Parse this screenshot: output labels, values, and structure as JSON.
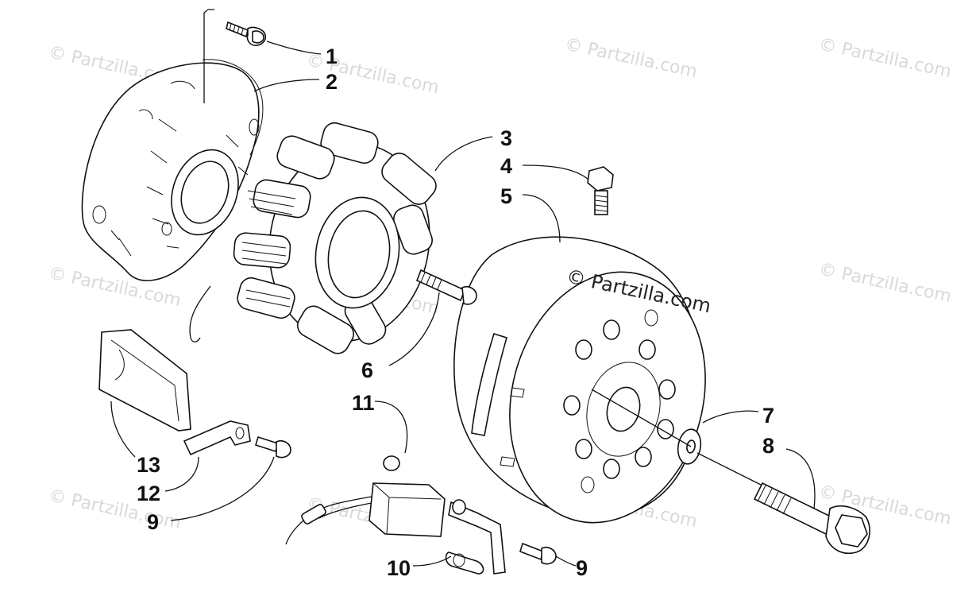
{
  "watermark": {
    "text": "© Partzilla.com"
  },
  "callouts": [
    {
      "id": "c1",
      "label": "1"
    },
    {
      "id": "c2",
      "label": "2"
    },
    {
      "id": "c3",
      "label": "3"
    },
    {
      "id": "c4",
      "label": "4"
    },
    {
      "id": "c5",
      "label": "5"
    },
    {
      "id": "c6",
      "label": "6"
    },
    {
      "id": "c7",
      "label": "7"
    },
    {
      "id": "c8",
      "label": "8"
    },
    {
      "id": "c9a",
      "label": "9"
    },
    {
      "id": "c9b",
      "label": "9"
    },
    {
      "id": "c10",
      "label": "10"
    },
    {
      "id": "c11",
      "label": "11"
    },
    {
      "id": "c12",
      "label": "12"
    },
    {
      "id": "c13",
      "label": "13"
    }
  ],
  "parts": {
    "p1": "bolt-icon",
    "p2": "stator-cover-icon",
    "p3": "stator-icon",
    "p4": "bolt-icon",
    "p5": "flywheel-icon",
    "p6": "bolt-icon",
    "p7": "washer-icon",
    "p8": "bolt-icon",
    "p9": "screw-icon",
    "p10": "bracket-icon",
    "p11": "cdi-unit-icon",
    "p12": "bracket-icon",
    "p13": "gasket-icon"
  }
}
